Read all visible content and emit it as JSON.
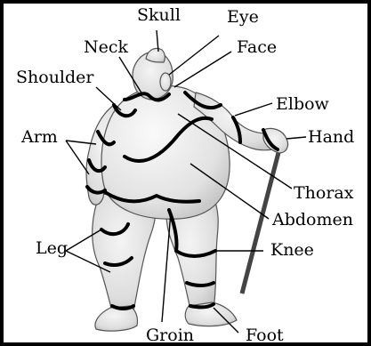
{
  "labels": {
    "skull": "Skull",
    "eye": "Eye",
    "neck": "Neck",
    "face": "Face",
    "shoulder": "Shoulder",
    "elbow": "Elbow",
    "arm": "Arm",
    "hand": "Hand",
    "thorax": "Thorax",
    "abdomen": "Abdomen",
    "leg": "Leg",
    "knee": "Knee",
    "groin": "Groin",
    "foot": "Foot"
  },
  "colors": {
    "frame": "#000000",
    "paper": "#ffffff",
    "ink": "#000000",
    "skin_shade": "#cfcfcf",
    "skin_light": "#efefef"
  }
}
